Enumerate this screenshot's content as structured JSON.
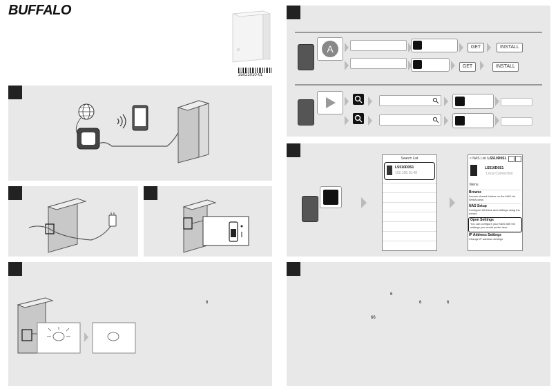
{
  "brand": {
    "logo": "BUFFALO"
  },
  "product_code": "35021010-01",
  "store": {
    "get_label": "GET",
    "install_label": "INSTALL"
  },
  "app_screen1": {
    "header": "Search List",
    "device_name": "LS510D0S1",
    "device_ip": "192.168.10.48"
  },
  "app_screen2": {
    "back": "< NAS List",
    "header": "LS510D0S1",
    "device_name": "LS510D0S1",
    "device_sub": "Local Connection",
    "menu_label": "Menu",
    "items": [
      {
        "title": "Browse",
        "desc": "Access shared folders on the NAS via WebAccess"
      },
      {
        "title": "NAS Setup",
        "desc": "Configure Wireless and settings using the wizard"
      },
      {
        "title": "Open Settings",
        "desc": "You can configure your NAS with the settings you would prefer here"
      },
      {
        "title": "IP Address Settings",
        "desc": "Change IP address settings"
      }
    ]
  },
  "glyphs": {
    "small": "6",
    "mid": "66"
  },
  "colors": {
    "panel": "#e8e8e8",
    "number_box": "#222222",
    "highlight_border": "#111111"
  }
}
